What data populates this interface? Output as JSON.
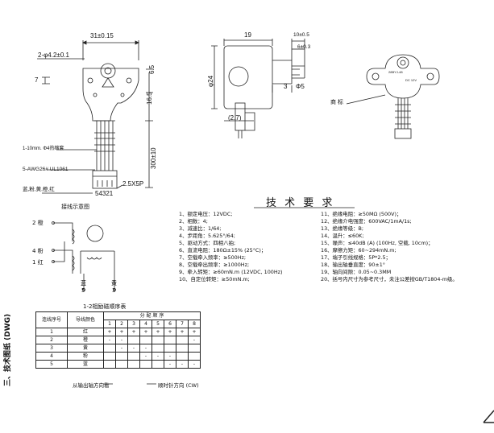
{
  "front_view": {
    "dim_width": "31±0.15",
    "dim_holes": "2-φ4.2±0.1",
    "dim_7": "7",
    "dim_65": "6.5",
    "dim_165": "16.5",
    "dim_300": "300±10",
    "lead_heat_shrink": "1-10mm. Φ4热缩套",
    "lead_wire": "5-AWG26# UL1061",
    "lead_colors": "蓝,粉,黄,橙,红",
    "connector_code": "54321",
    "connector_pitch": "2.5X5P"
  },
  "side_view": {
    "dim_19": "19",
    "dim_10": "10±0.5",
    "dim_6": "6±0.3",
    "dim_24": "φ24",
    "dim_3": "3",
    "dim_shaft": "Φ5",
    "dim_27": "(2.7)",
    "mark_label": "商 标",
    "label_brand": "28BYJ-48",
    "label_voltage": "DC 12V"
  },
  "wiring": {
    "title": "接线示意图",
    "pin_2": "2 橙",
    "pin_4": "4 粉",
    "pin_1": "1 红",
    "pin_5_color": "蓝",
    "pin_5_num": "5",
    "pin_3_color": "黄",
    "pin_3_num": "3"
  },
  "sequence_table": {
    "title": "1-2相励磁顺序表",
    "col_seq": "连线序号",
    "col_color": "导线颜色",
    "col_dist": "分 配 顺 序",
    "steps": [
      "1",
      "2",
      "3",
      "4",
      "5",
      "6",
      "7",
      "8"
    ],
    "rows": [
      {
        "num": "1",
        "color": "红",
        "cells": [
          "+",
          "+",
          "+",
          "+",
          "+",
          "+",
          "+",
          "+"
        ]
      },
      {
        "num": "2",
        "color": "橙",
        "cells": [
          "-",
          "-",
          "",
          "",
          "",
          "",
          "",
          "-"
        ]
      },
      {
        "num": "3",
        "color": "黄",
        "cells": [
          "",
          "-",
          "-",
          "-",
          "",
          "",
          "",
          ""
        ]
      },
      {
        "num": "4",
        "color": "粉",
        "cells": [
          "",
          "",
          "",
          "-",
          "-",
          "-",
          "",
          ""
        ]
      },
      {
        "num": "5",
        "color": "蓝",
        "cells": [
          "",
          "",
          "",
          "",
          "",
          "-",
          "-",
          "-"
        ]
      }
    ],
    "footer_left": "从输出轴方向看",
    "footer_right": "顺时针方向 (CW)"
  },
  "tech": {
    "heading": "技 术 要 求",
    "left": [
      "1、额定电压：12VDC;",
      "2、相数：4;",
      "3、减速比：1/64;",
      "4、步距角：5.625°/64;",
      "5、驱动方式：四相八拍;",
      "6、直流电阻：180Ω±15% (25°C)；",
      "7、空载牵入频率：≥500Hz;",
      "8、空载牵出频率：≥1000Hz;",
      "9、牵入转矩：≥60mN.m (12VDC, 100Hz)",
      "10、自定位转矩：≥50mN.m;"
    ],
    "right": [
      "11、绝缘电阻：≥50MΩ (500V)；",
      "12、绝缘介电强度：600VAC/1mA/1s;",
      "13、绝缘等级：B;",
      "14、温升：≤60K;",
      "15、噪声：≤40dB (A) (100Hz, 空载, 10cm)；",
      "16、摩擦力矩：60~294mN.m;",
      "17、端子引线规格：5P*2.5；",
      "18、输出轴垂直度：90±1°",
      "19、轴向间隙：0.05~0.3MM",
      "20、括号内尺寸为参考尺寸，未注公差按GB/T1804-m级。"
    ]
  },
  "section_label": "三、技术图纸 (DWG)"
}
